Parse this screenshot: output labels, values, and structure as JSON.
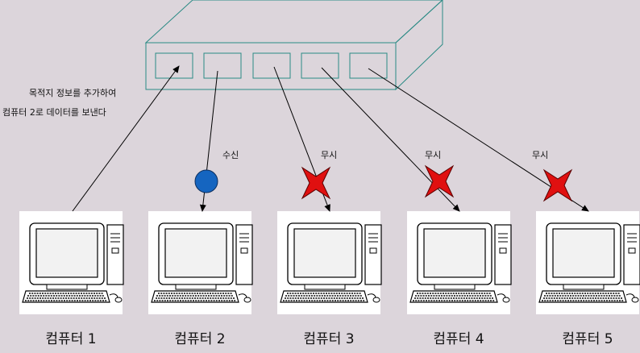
{
  "annotation": {
    "line1": "목적지 정보를 추가하여",
    "line2": "컴퓨터 2로 데이터를 보낸다"
  },
  "computers": [
    {
      "label": "컴퓨터 1",
      "status": ""
    },
    {
      "label": "컴퓨터 2",
      "status": "수신",
      "marker": "circle"
    },
    {
      "label": "컴퓨터 3",
      "status": "무시",
      "marker": "cross"
    },
    {
      "label": "컴퓨터 4",
      "status": "무시",
      "marker": "cross"
    },
    {
      "label": "컴퓨터 5",
      "status": "무시",
      "marker": "cross"
    }
  ],
  "colors": {
    "background": "#dcd5db",
    "hub_stroke": "#2a8a84",
    "received": "#1565c0",
    "ignored": "#e01010"
  },
  "icons": {
    "hub": "network-hub-icon",
    "computer": "desktop-computer-icon"
  }
}
